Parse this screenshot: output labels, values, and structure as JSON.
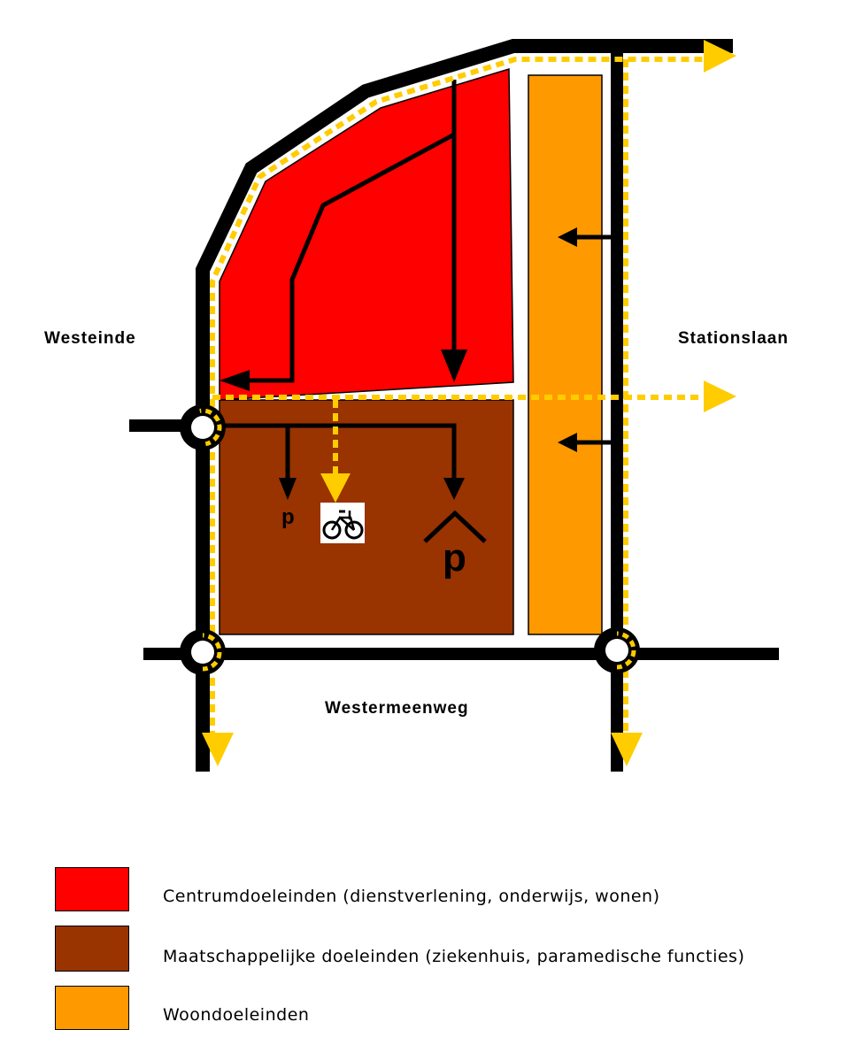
{
  "colors": {
    "centrum": "#ff0000",
    "maatschappelijk": "#993300",
    "wonen": "#ff9900",
    "road": "#000000",
    "route": "#ffcc00"
  },
  "streets": {
    "west": "Westeinde",
    "east": "Stationslaan",
    "south": "Westermeenweg"
  },
  "markers": {
    "parking_small": "p",
    "parking_large": "p"
  },
  "icons": {
    "bicycle": "bicycle-icon",
    "roundabout": "roundabout-icon",
    "arrow": "arrow-icon"
  },
  "legend": [
    {
      "label": "Centrumdoeleinden (dienstverlening, onderwijs, wonen)",
      "color": "#ff0000"
    },
    {
      "label": "Maatschappelijke doeleinden (ziekenhuis, paramedische functies)",
      "color": "#993300"
    },
    {
      "label": "Woondoeleinden",
      "color": "#ff9900"
    }
  ]
}
